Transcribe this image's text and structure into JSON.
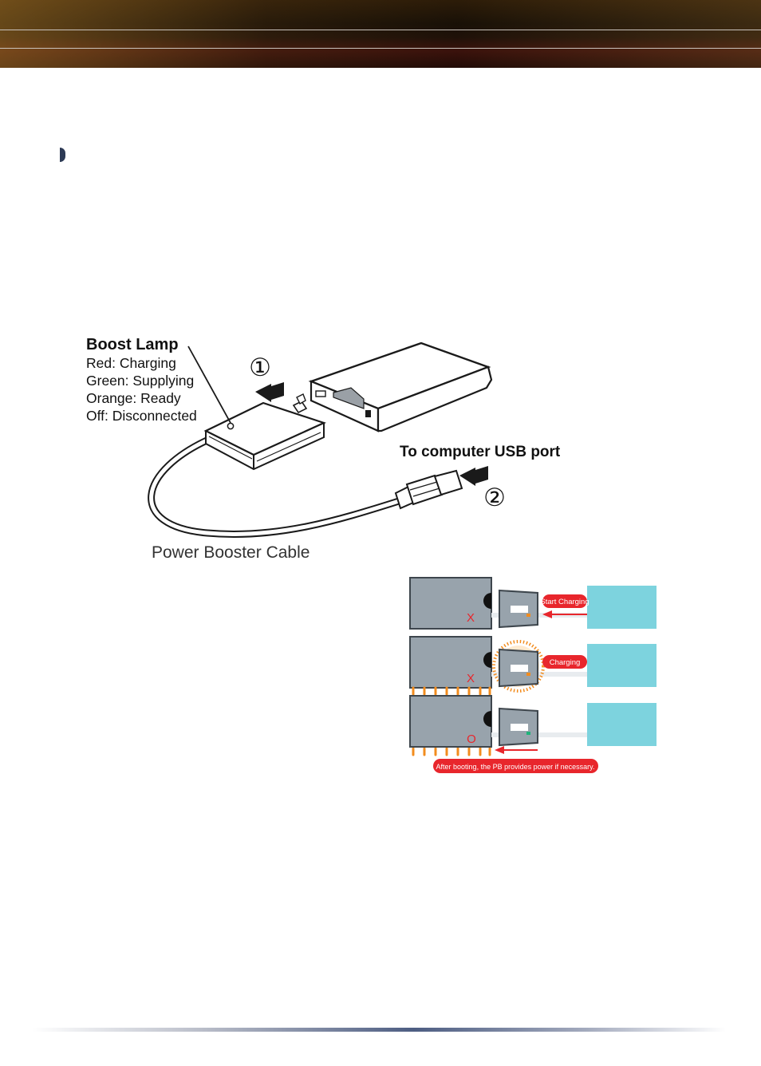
{
  "main_diagram": {
    "boost_lamp_title": "Boost Lamp",
    "lamp_states": [
      "Red: Charging",
      "Green: Supplying",
      "Orange:  Ready",
      "Off:  Disconnected"
    ],
    "step1_marker": "①",
    "step2_marker": "②",
    "usb_label": "To computer USB port",
    "cable_label": "Power Booster Cable"
  },
  "status_panels": {
    "start_charging_label": "Start Charging",
    "charging_label": "Charging",
    "after_booting_label": "After booting, the PB provides power if necessary.",
    "mark_row1": "X",
    "mark_row2": "X",
    "mark_row3": "O"
  },
  "colors": {
    "accent_red": "#e8262c",
    "lamp_orange": "#f28c1e",
    "lamp_green": "#1fb37a",
    "panel_gray": "#98a3ac",
    "panel_cyan": "#7dd3de"
  }
}
